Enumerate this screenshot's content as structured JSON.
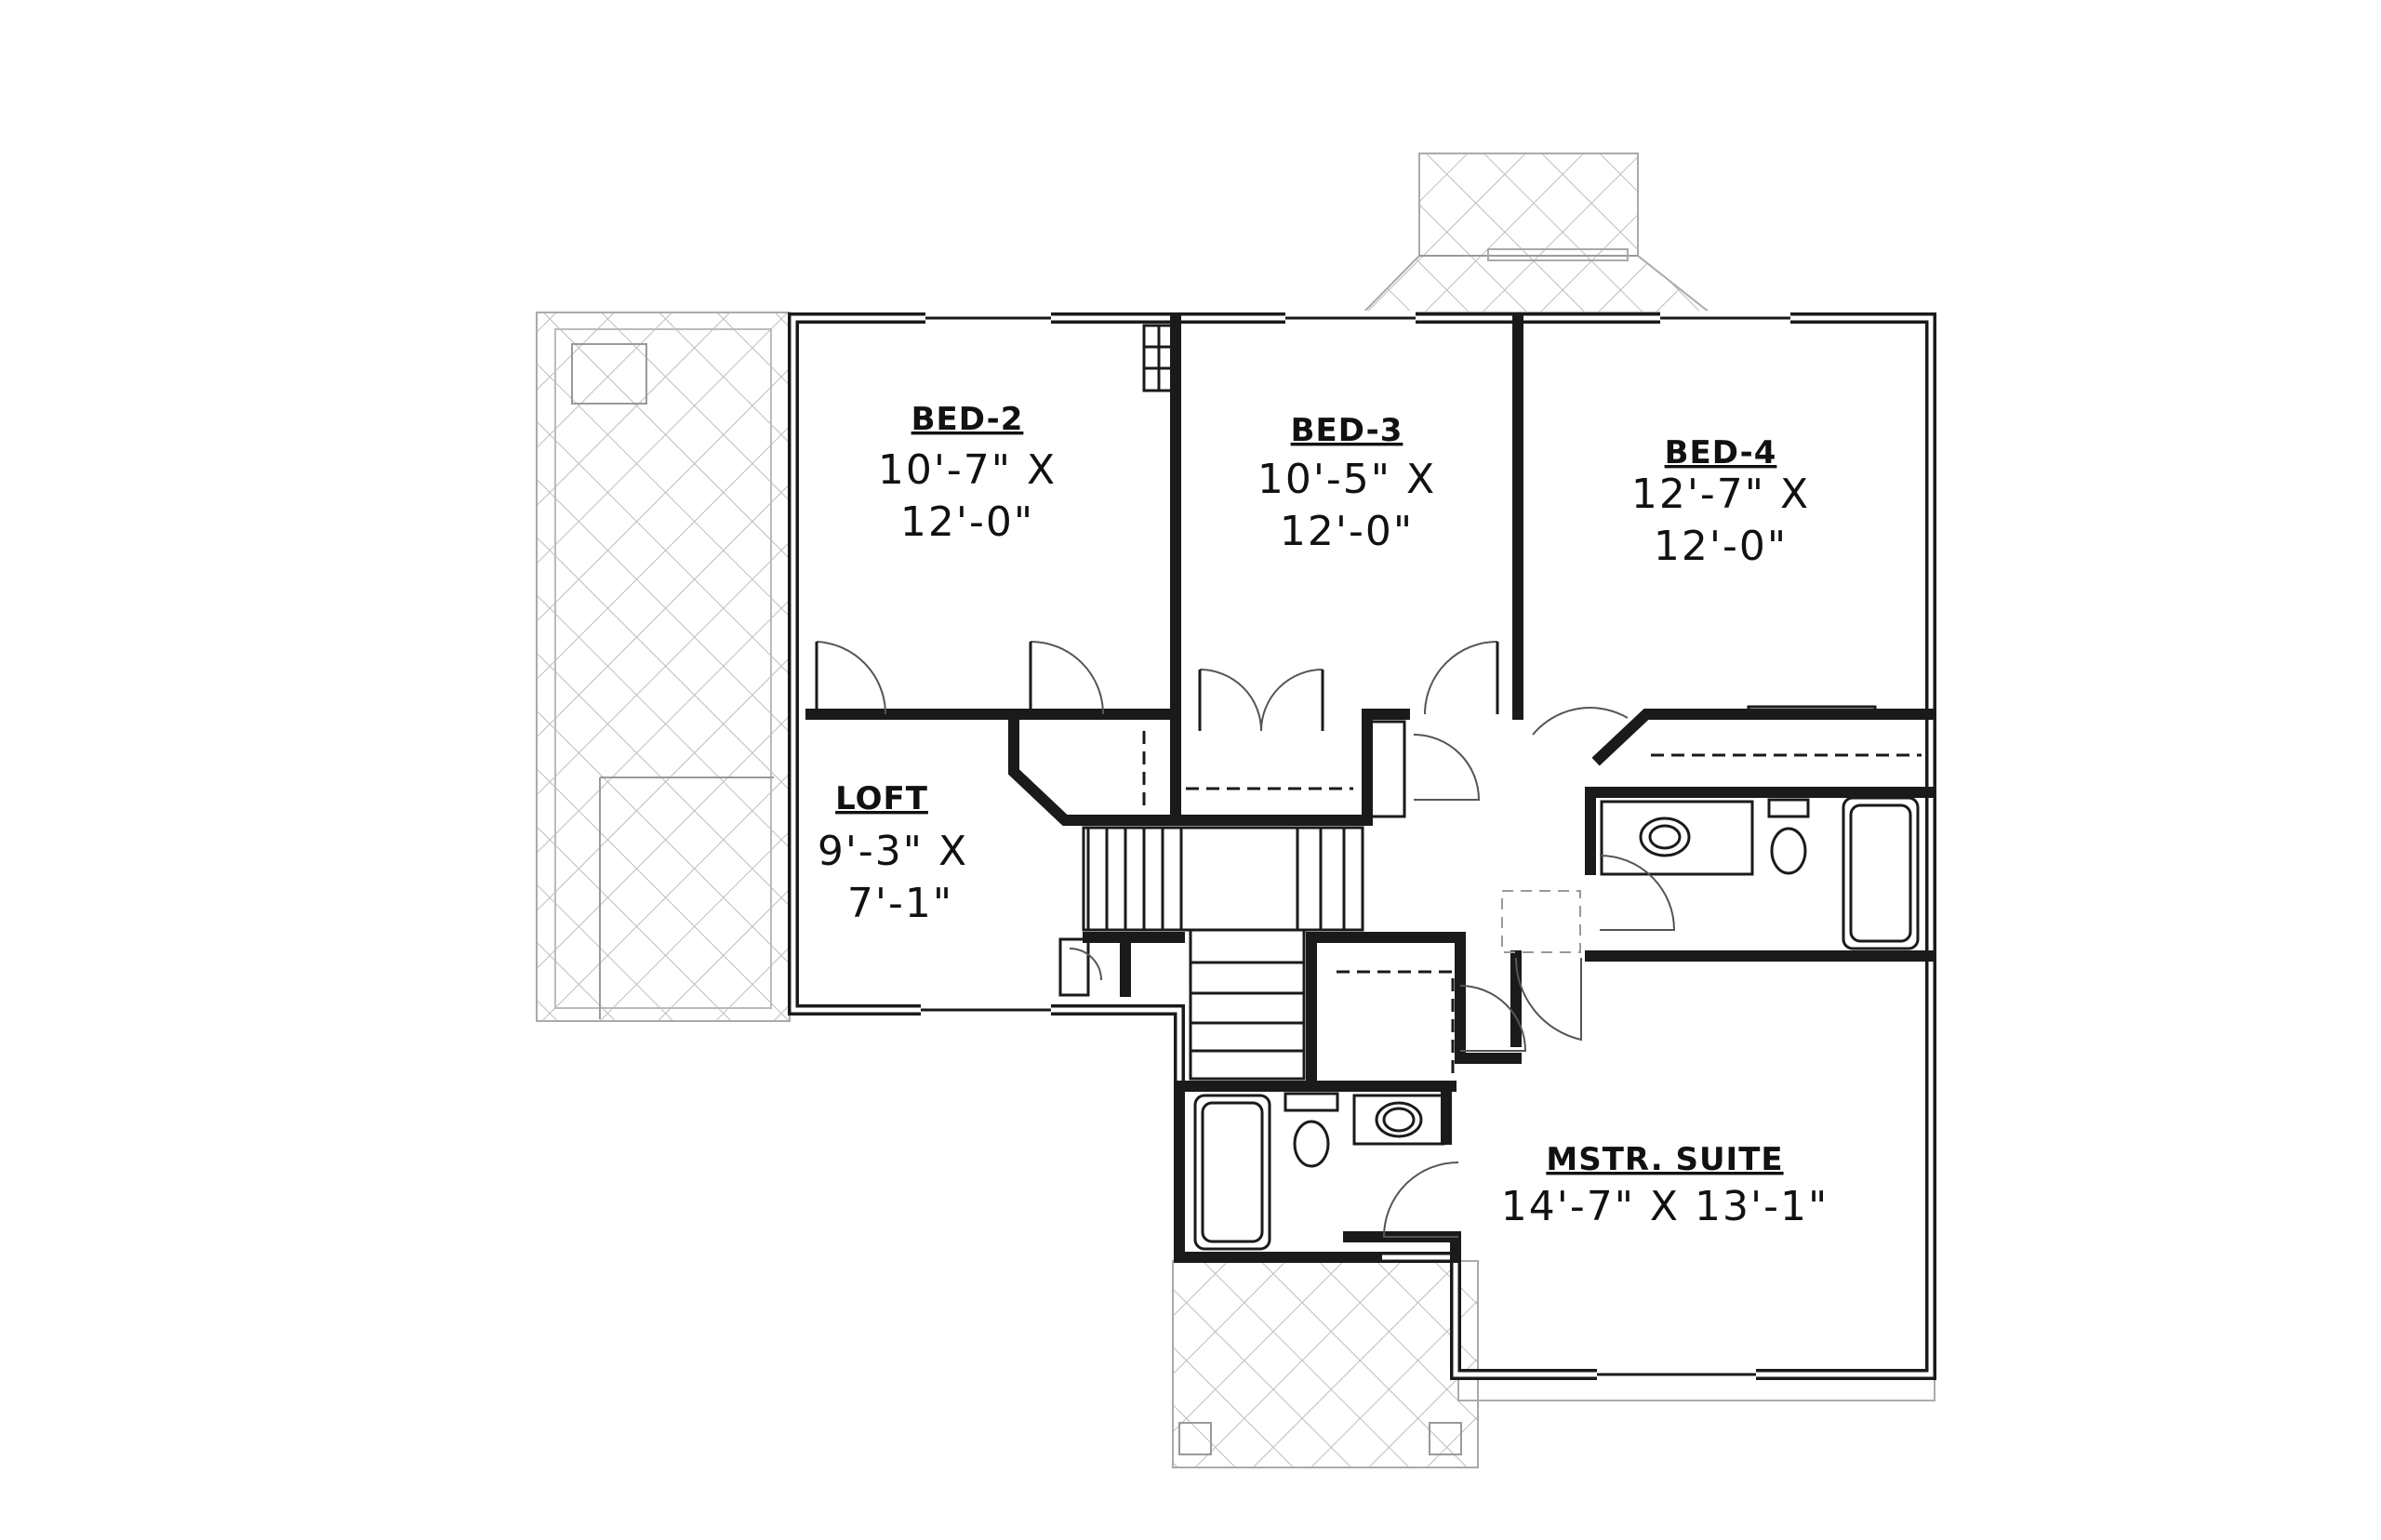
{
  "rooms": {
    "bed2": {
      "name": "BED-2",
      "dim1": "10'-7\" X",
      "dim2": "12'-0\""
    },
    "bed3": {
      "name": "BED-3",
      "dim1": "10'-5\" X",
      "dim2": "12'-0\""
    },
    "bed4": {
      "name": "BED-4",
      "dim1": "12'-7\" X",
      "dim2": "12'-0\""
    },
    "loft": {
      "name": "LOFT",
      "dim1": "9'-3\" X",
      "dim2": "7'-1\""
    },
    "master": {
      "name": "MSTR. SUITE",
      "dim1": "14'-7\" X 13'-1\""
    }
  },
  "colors": {
    "wall": "#1a1a1a",
    "hatch": "#b8b8b8",
    "background": "#ffffff"
  }
}
